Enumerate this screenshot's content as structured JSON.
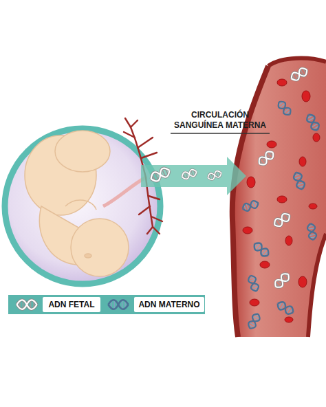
{
  "diagram": {
    "labels": [
      "CIRCULACIÓN SANGUÍNEA MATERNA"
    ],
    "legend": [
      {
        "text": "ADN FETAL"
      },
      {
        "text": "ADN MATERNO"
      }
    ]
  }
}
